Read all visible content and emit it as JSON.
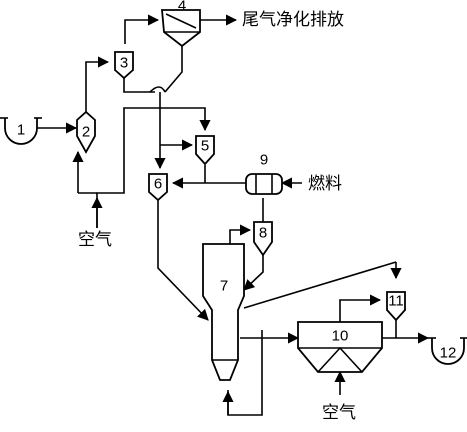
{
  "units": {
    "u1": "1",
    "u2": "2",
    "u3": "3",
    "u4": "4",
    "u5": "5",
    "u6": "6",
    "u7": "7",
    "u8": "8",
    "u9": "9",
    "u10": "10",
    "u11": "11",
    "u12": "12"
  },
  "streams": {
    "tail_gas": "尾气净化排放",
    "fuel": "燃料",
    "air_left": "空气",
    "air_bottom": "空气"
  }
}
